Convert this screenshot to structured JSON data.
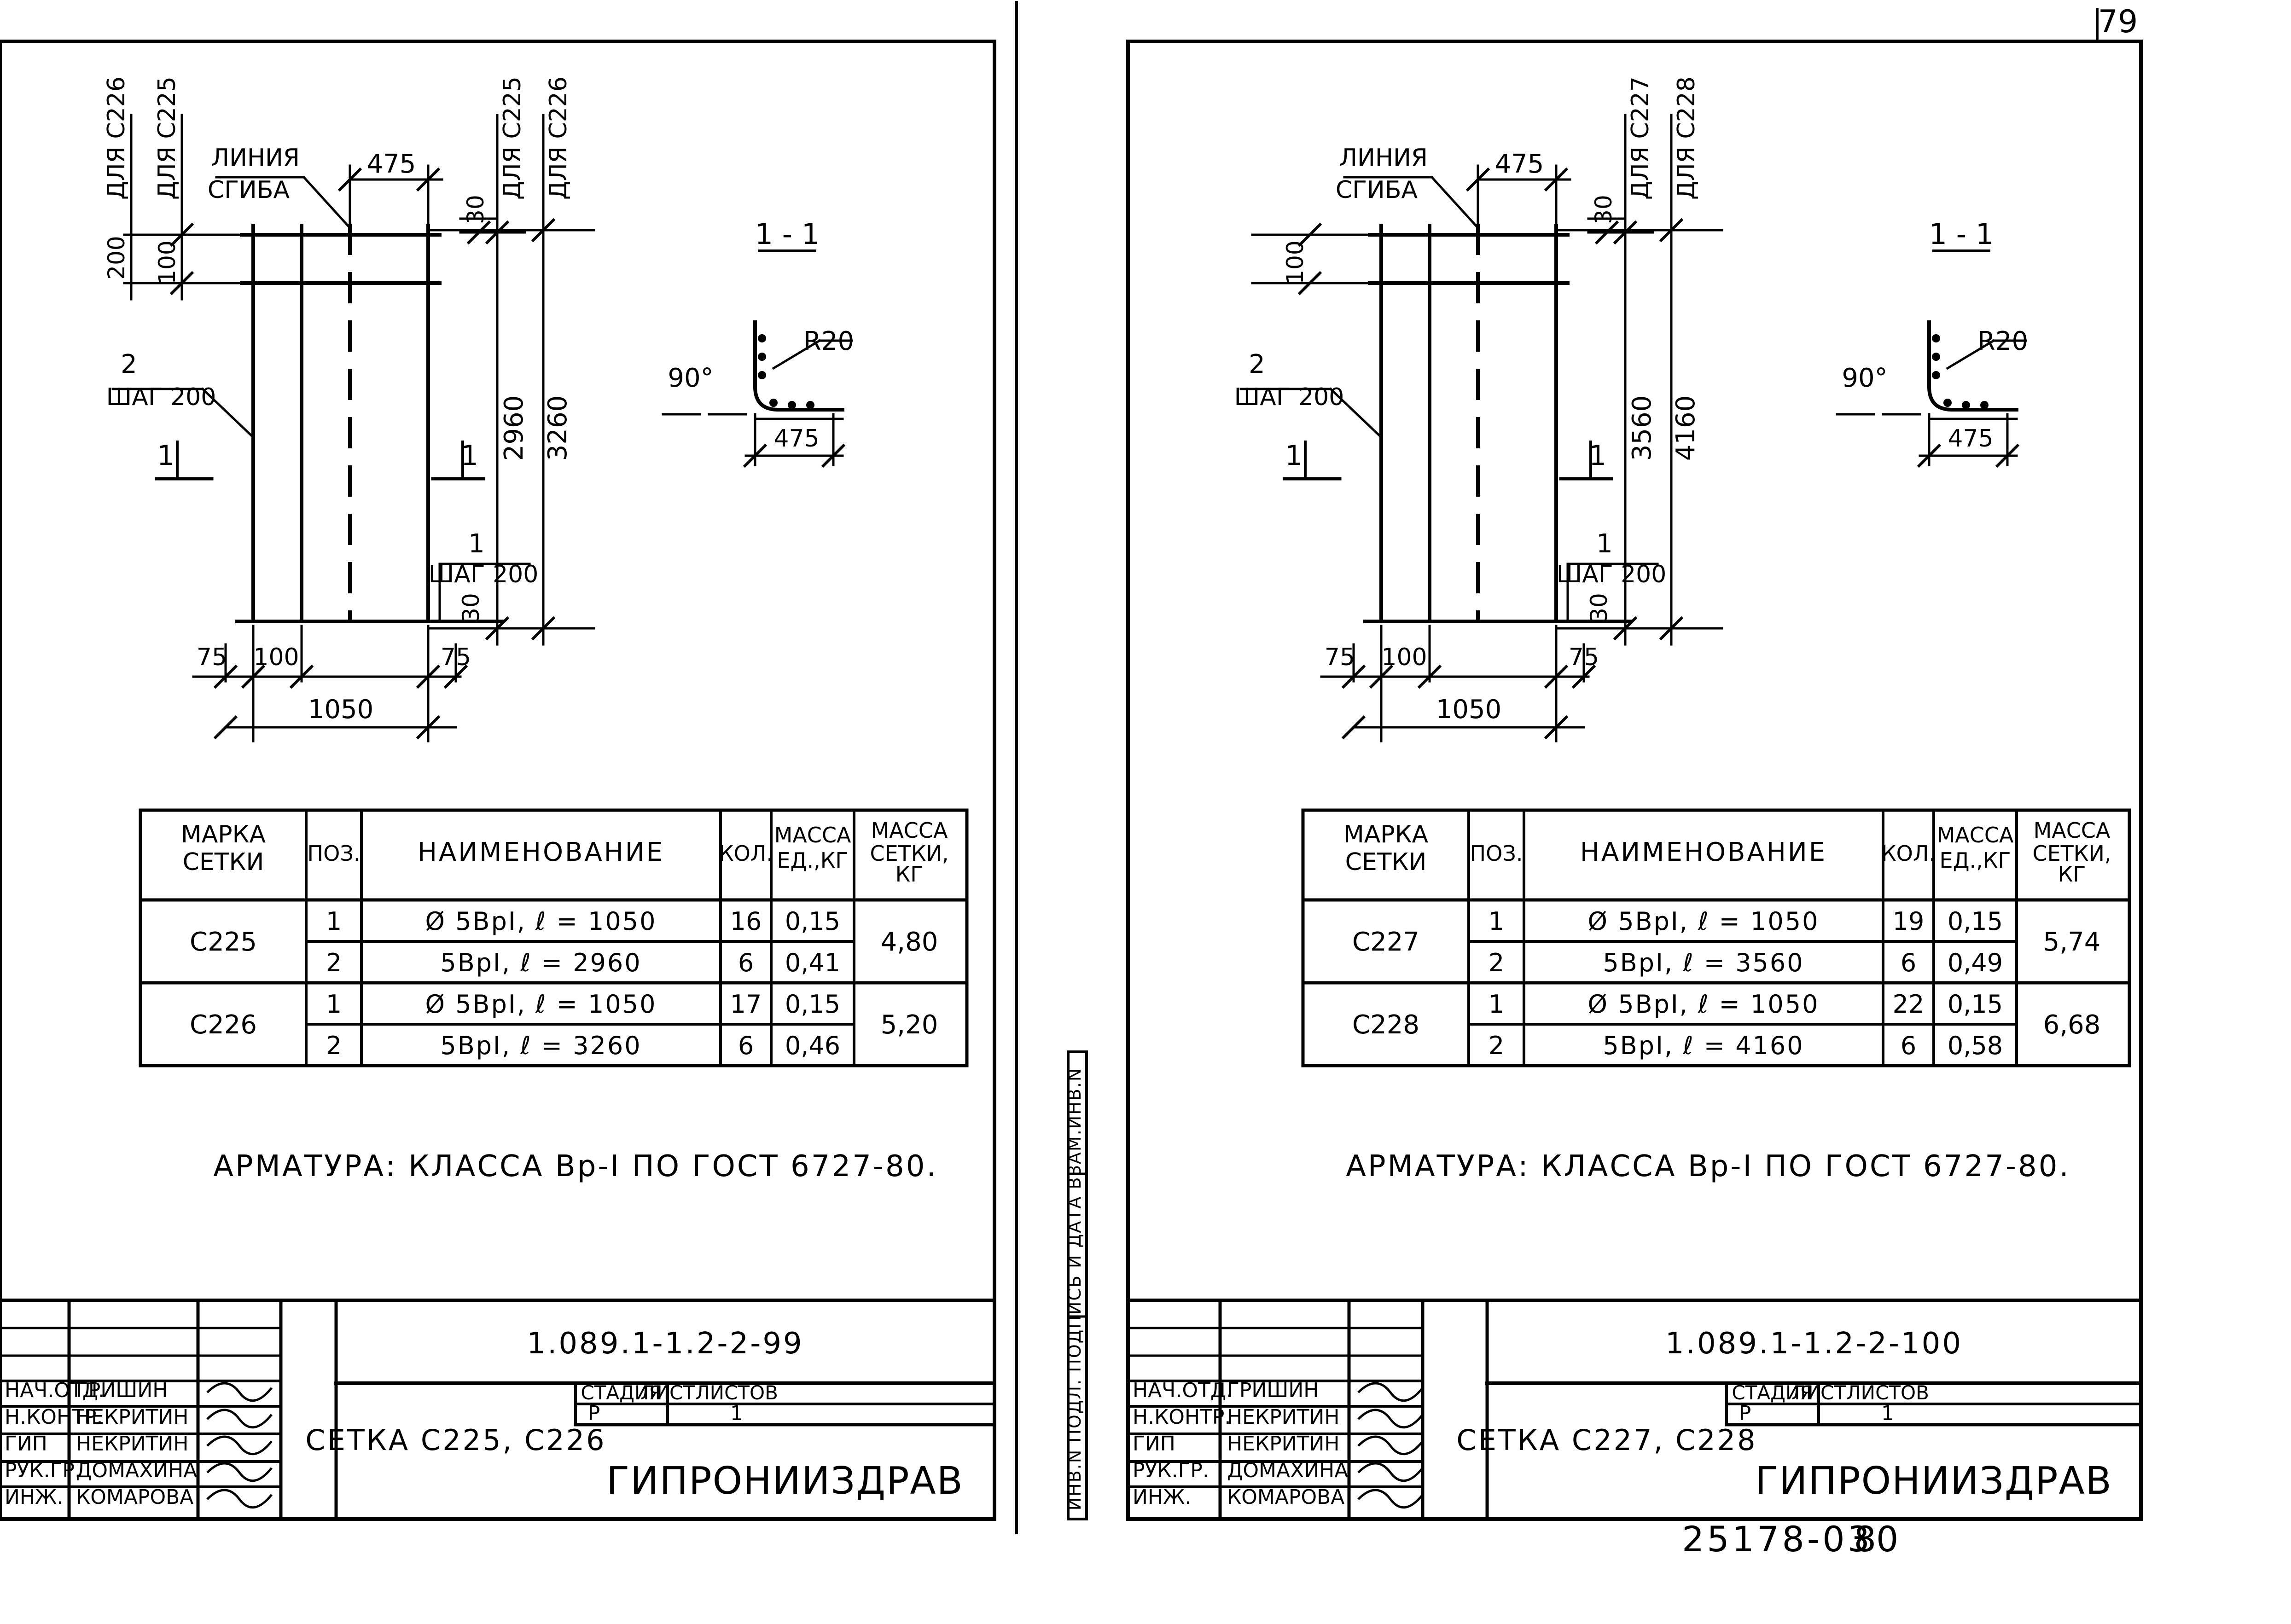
{
  "page_number": "79",
  "bottom_code": "25178-03",
  "bottom_page": "80",
  "side_stamp": "ИНВ.N ПОДЛ. ПОДПИСЬ И ДАТА ВЗАМ.ИНВ.N",
  "sheets": [
    {
      "drawing": {
        "bend_line": [
          "ЛИНИЯ",
          "СГИБА"
        ],
        "dim_475": "475",
        "dim_30_top": "30",
        "dim_30_bottom": "30",
        "label_left_outer": "ДЛЯ С226",
        "label_left_inner": "ДЛЯ С225",
        "label_right_inner": "ДЛЯ С225",
        "label_right_outer": "ДЛЯ С226",
        "dim_top_outer": "200",
        "dim_top_inner": "100",
        "dim_height_inner": "2960",
        "dim_height_outer": "3260",
        "pos2_label": [
          "2",
          "ШАГ 200"
        ],
        "pos1_label": [
          "1",
          "ШАГ 200"
        ],
        "cut_left": "1",
        "cut_right": "1",
        "dim_75_left": "75",
        "dim_100": "100",
        "dim_75_right": "75",
        "dim_width": "1050"
      },
      "section": {
        "title": "1 - 1",
        "radius": "R20",
        "angle": "90°",
        "width": "475"
      },
      "spec_table": {
        "headers": [
          "МАРКА СЕТКИ",
          "ПОЗ.",
          "НАИМЕНОВАНИЕ",
          "КОЛ.",
          "МАССА ЕД.,КГ",
          "МАССА СЕТКИ, КГ"
        ],
        "groups": [
          {
            "mark": "С225",
            "mass_total": "4,80",
            "rows": [
              {
                "pos": "1",
                "name": "Ø 5ВрI, ℓ = 1050",
                "qty": "16",
                "mass_unit": "0,15"
              },
              {
                "pos": "2",
                "name": "5ВрI, ℓ = 2960",
                "qty": "6",
                "mass_unit": "0,41"
              }
            ]
          },
          {
            "mark": "С226",
            "mass_total": "5,20",
            "rows": [
              {
                "pos": "1",
                "name": "Ø 5ВрI, ℓ = 1050",
                "qty": "17",
                "mass_unit": "0,15"
              },
              {
                "pos": "2",
                "name": "5ВрI, ℓ = 3260",
                "qty": "6",
                "mass_unit": "0,46"
              }
            ]
          }
        ]
      },
      "note": "АРМАТУРА: КЛАССА Вр-I ПО ГОСТ 6727-80.",
      "title_block": {
        "doc_code": "1.089.1-1.2-2-99",
        "title": "СЕТКА С225, С226",
        "stage_header": "СТАДИЯ",
        "sheet_header": "ЛИСТ",
        "sheets_header": "ЛИСТОВ",
        "stage": "Р",
        "sheets_total": "1",
        "org": "ГИПРОНИИЗДРАВ",
        "staff": [
          {
            "role": "НАЧ.ОТД.",
            "name": "ГРИШИН"
          },
          {
            "role": "Н.КОНТР.",
            "name": "НЕКРИТИН"
          },
          {
            "role": "ГИП",
            "name": "НЕКРИТИН"
          },
          {
            "role": "РУК.ГР.",
            "name": "ДОМАХИНА"
          },
          {
            "role": "ИНЖ.",
            "name": "КОМАРОВА"
          }
        ]
      }
    },
    {
      "drawing": {
        "bend_line": [
          "ЛИНИЯ",
          "СГИБА"
        ],
        "dim_475": "475",
        "dim_30_top": "30",
        "dim_30_bottom": "30",
        "label_right_inner": "ДЛЯ С227",
        "label_right_outer": "ДЛЯ С228",
        "dim_top_inner": "100",
        "dim_height_inner": "3560",
        "dim_height_outer": "4160",
        "pos2_label": [
          "2",
          "ШАГ 200"
        ],
        "pos1_label": [
          "1",
          "ШАГ 200"
        ],
        "cut_left": "1",
        "cut_right": "1",
        "dim_75_left": "75",
        "dim_100": "100",
        "dim_75_right": "75",
        "dim_width": "1050"
      },
      "section": {
        "title": "1 - 1",
        "radius": "R20",
        "angle": "90°",
        "width": "475"
      },
      "spec_table": {
        "headers": [
          "МАРКА СЕТКИ",
          "ПОЗ.",
          "НАИМЕНОВАНИЕ",
          "КОЛ.",
          "МАССА ЕД.,КГ",
          "МАССА СЕТКИ, КГ"
        ],
        "groups": [
          {
            "mark": "С227",
            "mass_total": "5,74",
            "rows": [
              {
                "pos": "1",
                "name": "Ø 5ВрI, ℓ = 1050",
                "qty": "19",
                "mass_unit": "0,15"
              },
              {
                "pos": "2",
                "name": "5ВрI, ℓ = 3560",
                "qty": "6",
                "mass_unit": "0,49"
              }
            ]
          },
          {
            "mark": "С228",
            "mass_total": "6,68",
            "rows": [
              {
                "pos": "1",
                "name": "Ø 5ВрI, ℓ = 1050",
                "qty": "22",
                "mass_unit": "0,15"
              },
              {
                "pos": "2",
                "name": "5ВрI, ℓ = 4160",
                "qty": "6",
                "mass_unit": "0,58"
              }
            ]
          }
        ]
      },
      "note": "АРМАТУРА: КЛАССА Вр-I ПО ГОСТ 6727-80.",
      "title_block": {
        "doc_code": "1.089.1-1.2-2-100",
        "title": "СЕТКА С227, С228",
        "stage_header": "СТАДИЯ",
        "sheet_header": "ЛИСТ",
        "sheets_header": "ЛИСТОВ",
        "stage": "Р",
        "sheets_total": "1",
        "org": "ГИПРОНИИЗДРАВ",
        "staff": [
          {
            "role": "НАЧ.ОТД.",
            "name": "ГРИШИН"
          },
          {
            "role": "Н.КОНТР.",
            "name": "НЕКРИТИН"
          },
          {
            "role": "ГИП",
            "name": "НЕКРИТИН"
          },
          {
            "role": "РУК.ГР.",
            "name": "ДОМАХИНА"
          },
          {
            "role": "ИНЖ.",
            "name": "КОМАРОВА"
          }
        ]
      }
    }
  ]
}
